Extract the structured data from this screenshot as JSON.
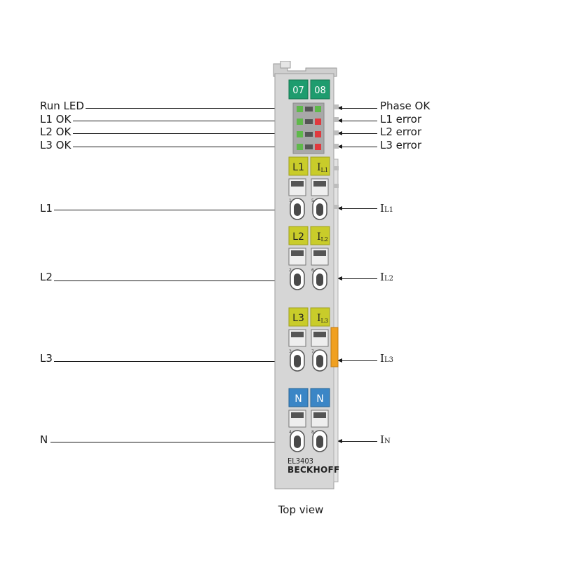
{
  "diagram": {
    "caption": "Top view",
    "model": "EL3403",
    "brand": "BECKHOFF",
    "channel_tags": [
      "07",
      "08"
    ],
    "left_labels": {
      "run_led": "Run LED",
      "l1_ok": "L1 OK",
      "l2_ok": "L2 OK",
      "l3_ok": "L3 OK",
      "l1": "L1",
      "l2": "L2",
      "l3": "L3",
      "n": "N"
    },
    "right_labels": {
      "phase_ok": "Phase OK",
      "l1_error": "L1 error",
      "l2_error": "L2 error",
      "l3_error": "L3 error",
      "il1_main": "I",
      "il1_sub": "L1",
      "il2_main": "I",
      "il2_sub": "L2",
      "il3_main": "I",
      "il3_sub": "L3",
      "in_main": "I",
      "in_sub": "N"
    },
    "block_labels": {
      "b1_left": "L1",
      "b1_right_main": "I",
      "b1_right_sub": "L1",
      "b2_left": "L2",
      "b2_right_main": "I",
      "b2_right_sub": "L2",
      "b3_left": "L3",
      "b3_right_main": "I",
      "b3_right_sub": "L3",
      "b4_left": "N",
      "b4_right": "N"
    },
    "contact_numbers": [
      "1",
      "5",
      "2",
      "6",
      "3",
      "7",
      "4",
      "8"
    ],
    "colors": {
      "tag_green": "#1e9c6e",
      "label_yellow": "#c9cc2a",
      "label_blue": "#3b86c6",
      "led_green": "#5fb94a",
      "led_red": "#e0393e",
      "housing": "#d4d4d4",
      "latch_orange": "#f0a020"
    }
  }
}
